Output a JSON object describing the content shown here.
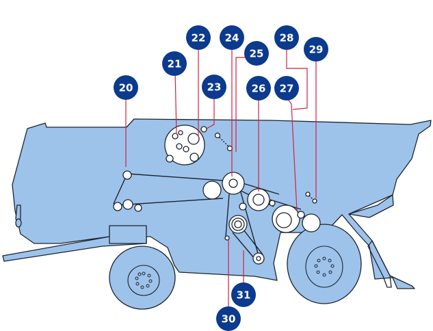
{
  "colors": {
    "body_fill": "#9ec3ea",
    "outline": "#1a2330",
    "leader": "#d21f3c",
    "badge": "#0b3a8e",
    "badge_text": "#ffffff",
    "pulley": "#ffffff"
  },
  "callouts": [
    {
      "id": "20",
      "label": "20"
    },
    {
      "id": "21",
      "label": "21"
    },
    {
      "id": "22",
      "label": "22"
    },
    {
      "id": "23",
      "label": "23"
    },
    {
      "id": "24",
      "label": "24"
    },
    {
      "id": "25",
      "label": "25"
    },
    {
      "id": "26",
      "label": "26"
    },
    {
      "id": "27",
      "label": "27"
    },
    {
      "id": "28",
      "label": "28"
    },
    {
      "id": "29",
      "label": "29"
    },
    {
      "id": "30",
      "label": "30"
    },
    {
      "id": "31",
      "label": "31"
    }
  ]
}
